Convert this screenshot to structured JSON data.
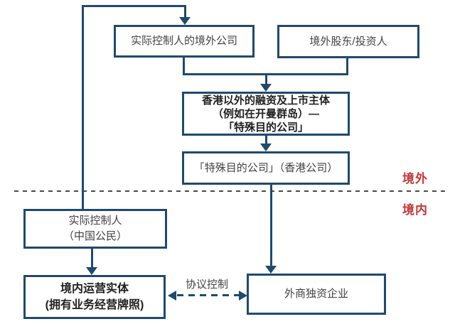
{
  "colors": {
    "box_border": "#1f4a6d",
    "connector": "#1f4a6d",
    "regular_text": "#424242",
    "bold_text": "#1f1f1f",
    "zone_label_red": "#c53636",
    "separator_gray": "#4b4b4b"
  },
  "boxes": {
    "overseas_holdco": {
      "label": "实际控制人的境外公司"
    },
    "overseas_investors": {
      "label": "境外股东/投资人"
    },
    "listing_entity": {
      "line1": "香港以外的融资及上市主体",
      "line2": "（例如在开曼群岛）—",
      "line3": "「特殊目的公司」"
    },
    "spv_hk": {
      "label": "「特殊目的公司」（香港公司）"
    },
    "actual_controller": {
      "line1": "实际控制人",
      "line2": "（中国公民）"
    },
    "domestic_entity": {
      "line1": "境内运营实体",
      "line2": "(拥有业务经营牌照)"
    },
    "wfoe": {
      "label": "外商独资企业"
    }
  },
  "labels": {
    "offshore": "境外",
    "onshore": "境内",
    "contractual_control": "协议控制"
  }
}
